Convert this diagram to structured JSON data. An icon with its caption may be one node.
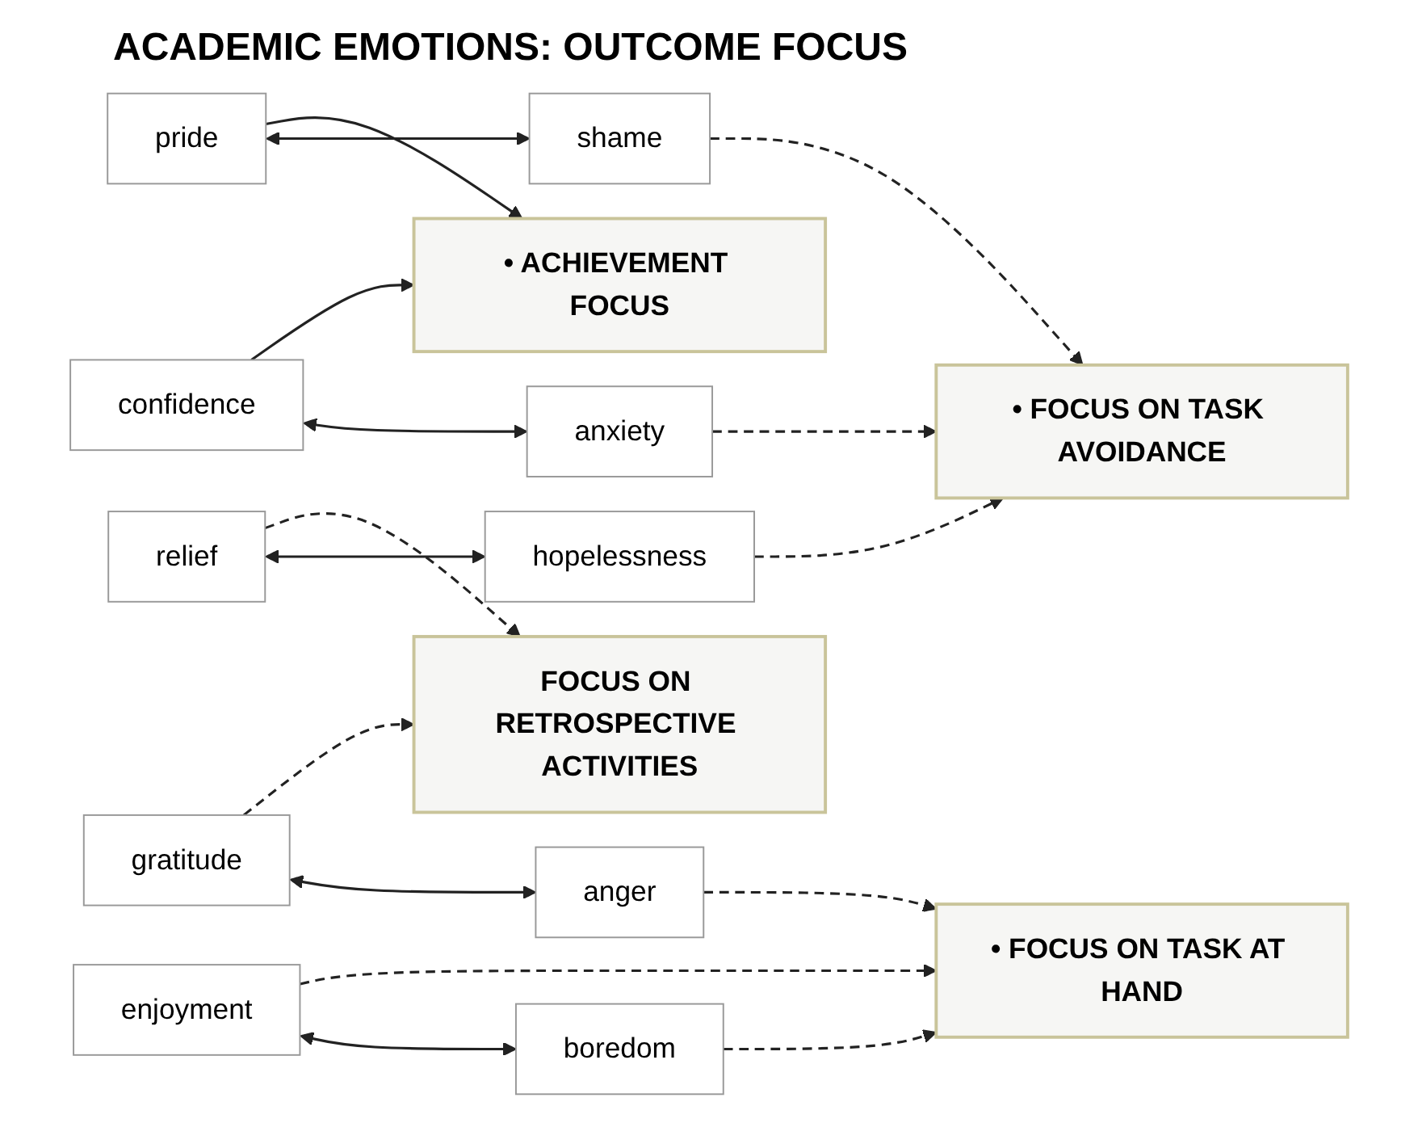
{
  "diagram": {
    "title": "ACADEMIC EMOTIONS: OUTCOME FOCUS",
    "nodes": [
      {
        "text": [
          "• ACHIEVEMENT FOCUS"
        ]
      },
      {
        "text": [
          "• FOCUS ON TASK AVOIDANCE"
        ]
      },
      {
        "text": [
          "• FOCUS ON TASK AT HAND"
        ]
      },
      {
        "text": [
          "FOCUS ON RETROSPECTIVE ACTIVITIES"
        ]
      },
      {
        "text": [
          "enjoyment"
        ]
      },
      {
        "text": [
          "boredom"
        ]
      },
      {
        "text": [
          "confidence"
        ]
      },
      {
        "text": [
          "anxiety"
        ]
      },
      {
        "text": [
          "relief"
        ]
      },
      {
        "text": [
          "hopelessness"
        ]
      },
      {
        "text": [
          "pride"
        ]
      },
      {
        "text": [
          "shame"
        ]
      },
      {
        "text": [
          "gratitude"
        ]
      },
      {
        "text": [
          "anger"
        ]
      }
    ],
    "edges": [
      {
        "from": 4,
        "to": 5,
        "arrow": "both"
      },
      {
        "from": 6,
        "to": 7,
        "arrow": "both"
      },
      {
        "from": 8,
        "to": 9,
        "arrow": "both"
      },
      {
        "from": 10,
        "to": 11,
        "arrow": "both"
      },
      {
        "from": 12,
        "to": 13,
        "arrow": "both"
      },
      {
        "from": 4,
        "to": 2,
        "arrow": "to",
        "style": "dashed"
      },
      {
        "from": 5,
        "to": 2,
        "arrow": "to",
        "style": "dashed"
      },
      {
        "from": 6,
        "to": 0,
        "arrow": "to"
      },
      {
        "from": 7,
        "to": 1,
        "arrow": "to",
        "style": "dashed"
      },
      {
        "from": 9,
        "to": 1,
        "arrow": "to",
        "style": "dashed"
      },
      {
        "from": 10,
        "to": 0,
        "arrow": "to"
      },
      {
        "from": 11,
        "to": 1,
        "arrow": "to",
        "style": "dashed"
      },
      {
        "from": 8,
        "to": 3,
        "arrow": "to",
        "style": "dashed"
      },
      {
        "from": 12,
        "to": 3,
        "arrow": "to",
        "style": "dashed"
      },
      {
        "from": 13,
        "to": 2,
        "arrow": "to",
        "style": "dashed"
      }
    ]
  }
}
